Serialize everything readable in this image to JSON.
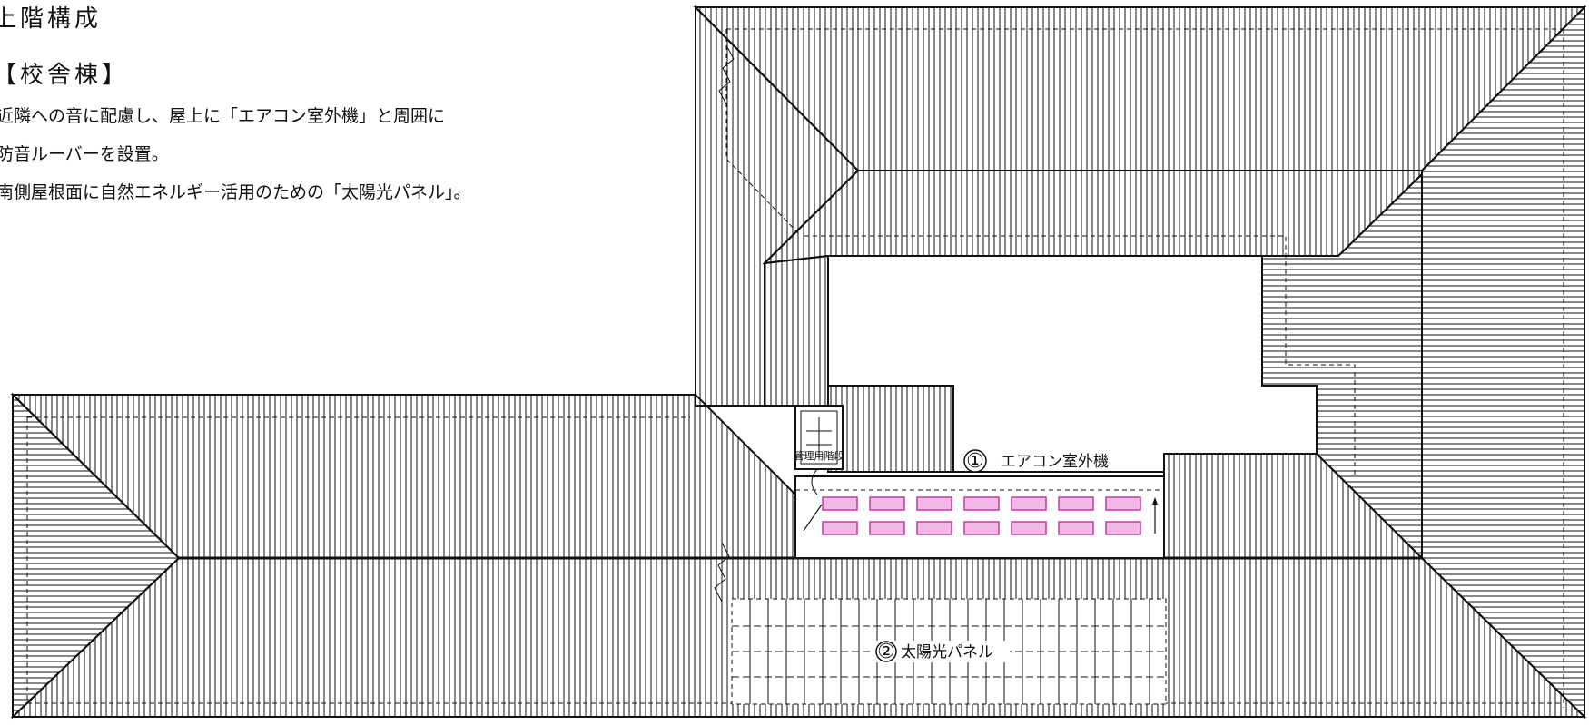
{
  "heading": {
    "title": "上階構成",
    "subtitle": "【校舎棟】"
  },
  "notes": [
    "近隣への音に配慮し、屋上に「エアコン室外機」と周囲に",
    "防音ルーバーを設置。",
    "南側屋根面に自然エネルギー活用のための「太陽光パネル」。"
  ],
  "plan": {
    "stair_label": "管理用階段",
    "callouts": [
      {
        "number": "①",
        "text": "エアコン室外機"
      },
      {
        "number": "②",
        "text": "太陽光パネル"
      }
    ],
    "colors": {
      "line": "#111111",
      "ac_unit_fill": "#f4b8e8",
      "ac_unit_stroke": "#c03aa6",
      "background": "#ffffff"
    }
  }
}
